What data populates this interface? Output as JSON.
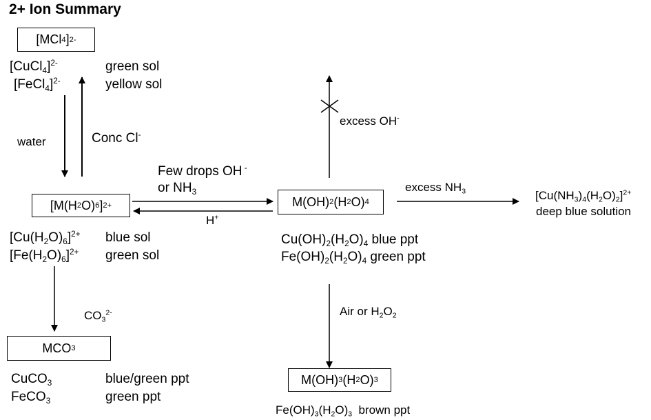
{
  "title": "2+ Ion Summary",
  "boxes": {
    "mcl4": {
      "base": "[MCl",
      "s1": "4",
      "tail": "]",
      "charge": "2-"
    },
    "hexaaqua": {
      "base": "[M(H",
      "s1": "2",
      "mid": "O)",
      "s2": "6",
      "tail": "]",
      "charge": "2+"
    },
    "hydroxide": {
      "a": "M(OH)",
      "s1": "2",
      "b": " (H",
      "s2": "2",
      "c": "O)",
      "s3": "4"
    },
    "carbonate": {
      "a": "MCO",
      "s1": "3"
    },
    "fe3": {
      "a": "M(OH)",
      "s1": "3",
      "b": " (H",
      "s2": "2",
      "c": "O)",
      "s3": "3"
    }
  },
  "chloro": {
    "cu": {
      "a": "[CuCl",
      "s1": "4",
      "b": "]",
      "charge": "2-",
      "desc": "green sol"
    },
    "fe": {
      "a": "[FeCl",
      "s1": "4",
      "b": "]",
      "charge": "2-",
      "desc": "yellow sol"
    }
  },
  "aqua": {
    "cu": {
      "a": "[Cu(H",
      "s1": "2",
      "b": "O)",
      "s2": "6",
      "c": "]",
      "charge": "2+",
      "desc": "blue sol"
    },
    "fe": {
      "a": "[Fe(H",
      "s1": "2",
      "b": "O)",
      "s2": "6",
      "c": "]",
      "charge": "2+",
      "desc": "green sol"
    }
  },
  "hydroxides": {
    "cu": {
      "a": "Cu(OH)",
      "s1": "2",
      "b": "(H",
      "s2": "2",
      "c": "O)",
      "s3": "4",
      "desc": " blue ppt"
    },
    "fe": {
      "a": "Fe(OH)",
      "s1": "2",
      "b": "(H",
      "s2": "2",
      "c": "O)",
      "s3": "4",
      "desc": " green ppt"
    }
  },
  "carbonates": {
    "cu": {
      "a": "CuCO",
      "s1": "3",
      "desc": "blue/green ppt"
    },
    "fe": {
      "a": "FeCO",
      "s1": "3",
      "desc": "green ppt"
    }
  },
  "fe3_product": {
    "a": "Fe(OH)",
    "s1": "3",
    "b": "(H",
    "s2": "2",
    "c": "O)",
    "s3": "3",
    "desc": "  brown ppt"
  },
  "ammine": {
    "a": "[Cu(NH",
    "s1": "3",
    "b": ")",
    "s2": "4",
    "c": "(H",
    "s3": "2",
    "d": "O)",
    "s4": "2",
    "e": "]",
    "charge": "2+",
    "desc": "deep blue solution"
  },
  "labels": {
    "water": "water",
    "conc_cl": "Conc Cl",
    "conc_cl_charge": "-",
    "few_drops_a": "Few drops OH",
    "few_drops_charge": " -",
    "few_drops_b": "or NH",
    "few_drops_b_sub": "3",
    "h_plus": "H",
    "h_plus_charge": "+",
    "excess_oh": "excess OH",
    "excess_oh_charge": "-",
    "excess_nh3": "excess NH",
    "excess_nh3_sub": "3",
    "co3": "CO",
    "co3_sub": "3",
    "co3_charge": "2-",
    "air_a": "Air or H",
    "air_s1": "2",
    "air_b": "O",
    "air_s2": "2"
  }
}
